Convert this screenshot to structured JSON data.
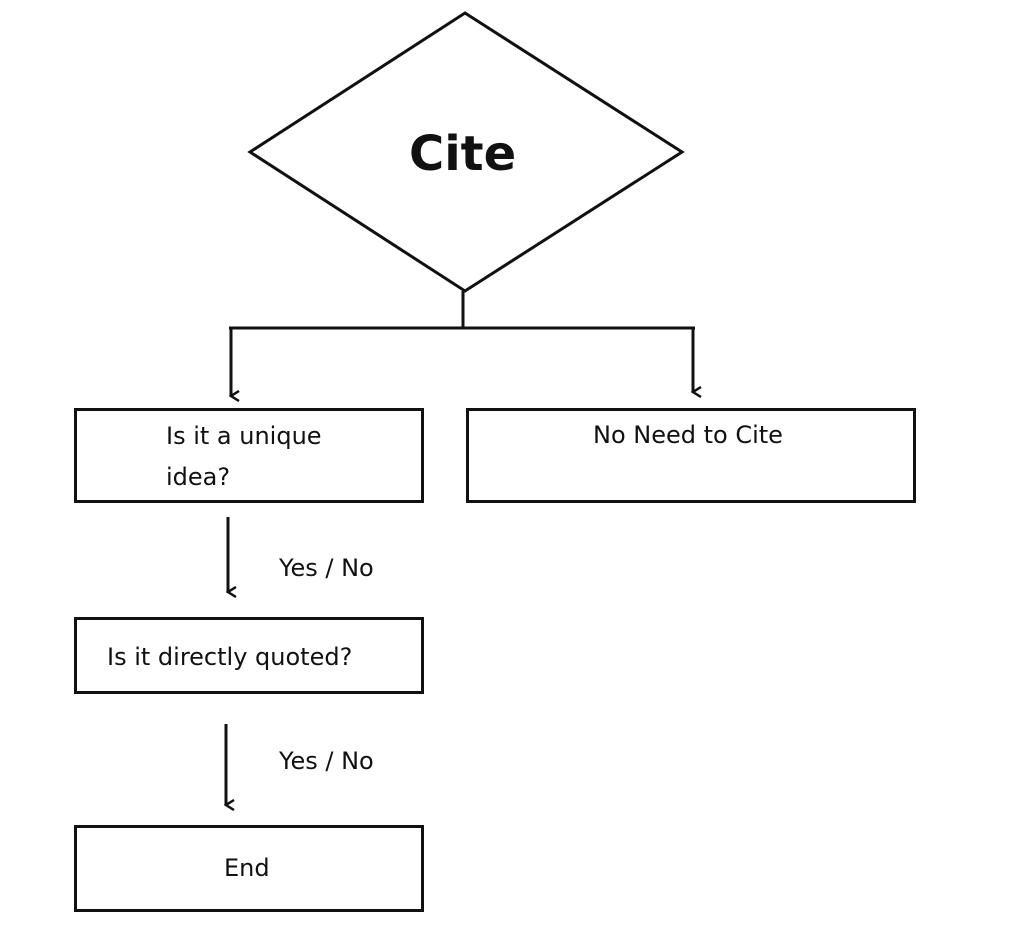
{
  "decision": {
    "label": "Cite"
  },
  "nodes": {
    "unique_idea": {
      "line1": "Is it a unique",
      "line2": "idea?"
    },
    "no_need": {
      "label": "No Need to Cite"
    },
    "directly_quoted": {
      "label": "Is it directly quoted?"
    },
    "end": {
      "label": "End"
    }
  },
  "edges": {
    "unique_to_quoted": {
      "label": "Yes / No"
    },
    "quoted_to_end": {
      "label": "Yes / No"
    }
  },
  "colors": {
    "stroke": "#111111",
    "background": "#ffffff"
  }
}
